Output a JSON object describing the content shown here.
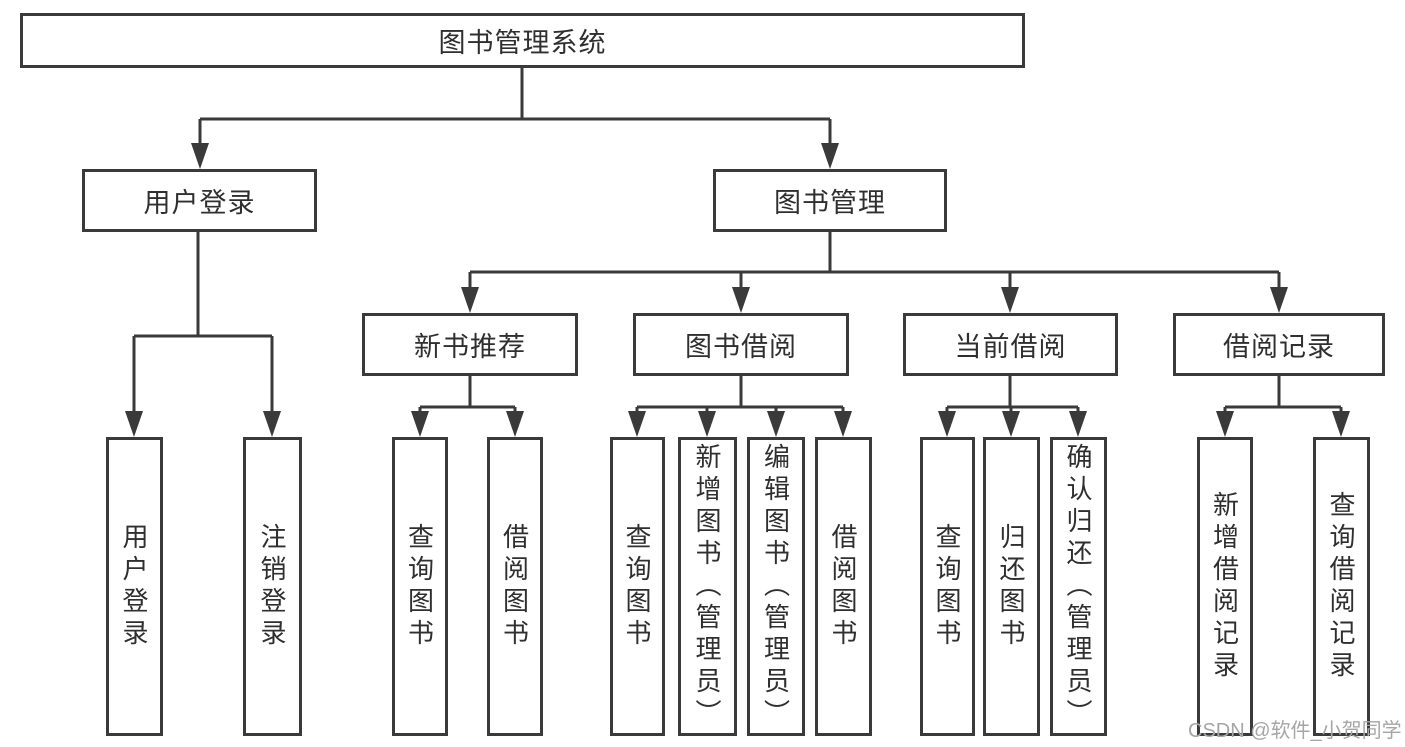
{
  "tree": {
    "root": {
      "label": "图书管理系统"
    },
    "children": [
      {
        "label": "用户登录",
        "children": [
          {
            "label": "用户登录"
          },
          {
            "label": "注销登录"
          }
        ]
      },
      {
        "label": "图书管理",
        "children": [
          {
            "label": "新书推荐",
            "children": [
              {
                "label": "查询图书"
              },
              {
                "label": "借阅图书"
              }
            ]
          },
          {
            "label": "图书借阅",
            "children": [
              {
                "label": "查询图书"
              },
              {
                "label": "新增图书（管理员）"
              },
              {
                "label": "编辑图书（管理员）"
              },
              {
                "label": "借阅图书"
              }
            ]
          },
          {
            "label": "当前借阅",
            "children": [
              {
                "label": "查询图书"
              },
              {
                "label": "归还图书"
              },
              {
                "label": "确认归还（管理员）"
              }
            ]
          },
          {
            "label": "借阅记录",
            "children": [
              {
                "label": "新增借阅记录"
              },
              {
                "label": "查询借阅记录"
              }
            ]
          }
        ]
      }
    ]
  },
  "watermark": {
    "text": "CSDN @软件_小贺同学"
  },
  "colors": {
    "line": "#3a3a3a",
    "text": "#2f2f2f",
    "box_fill": "#ffffff",
    "watermark": "#a6a6a6"
  }
}
